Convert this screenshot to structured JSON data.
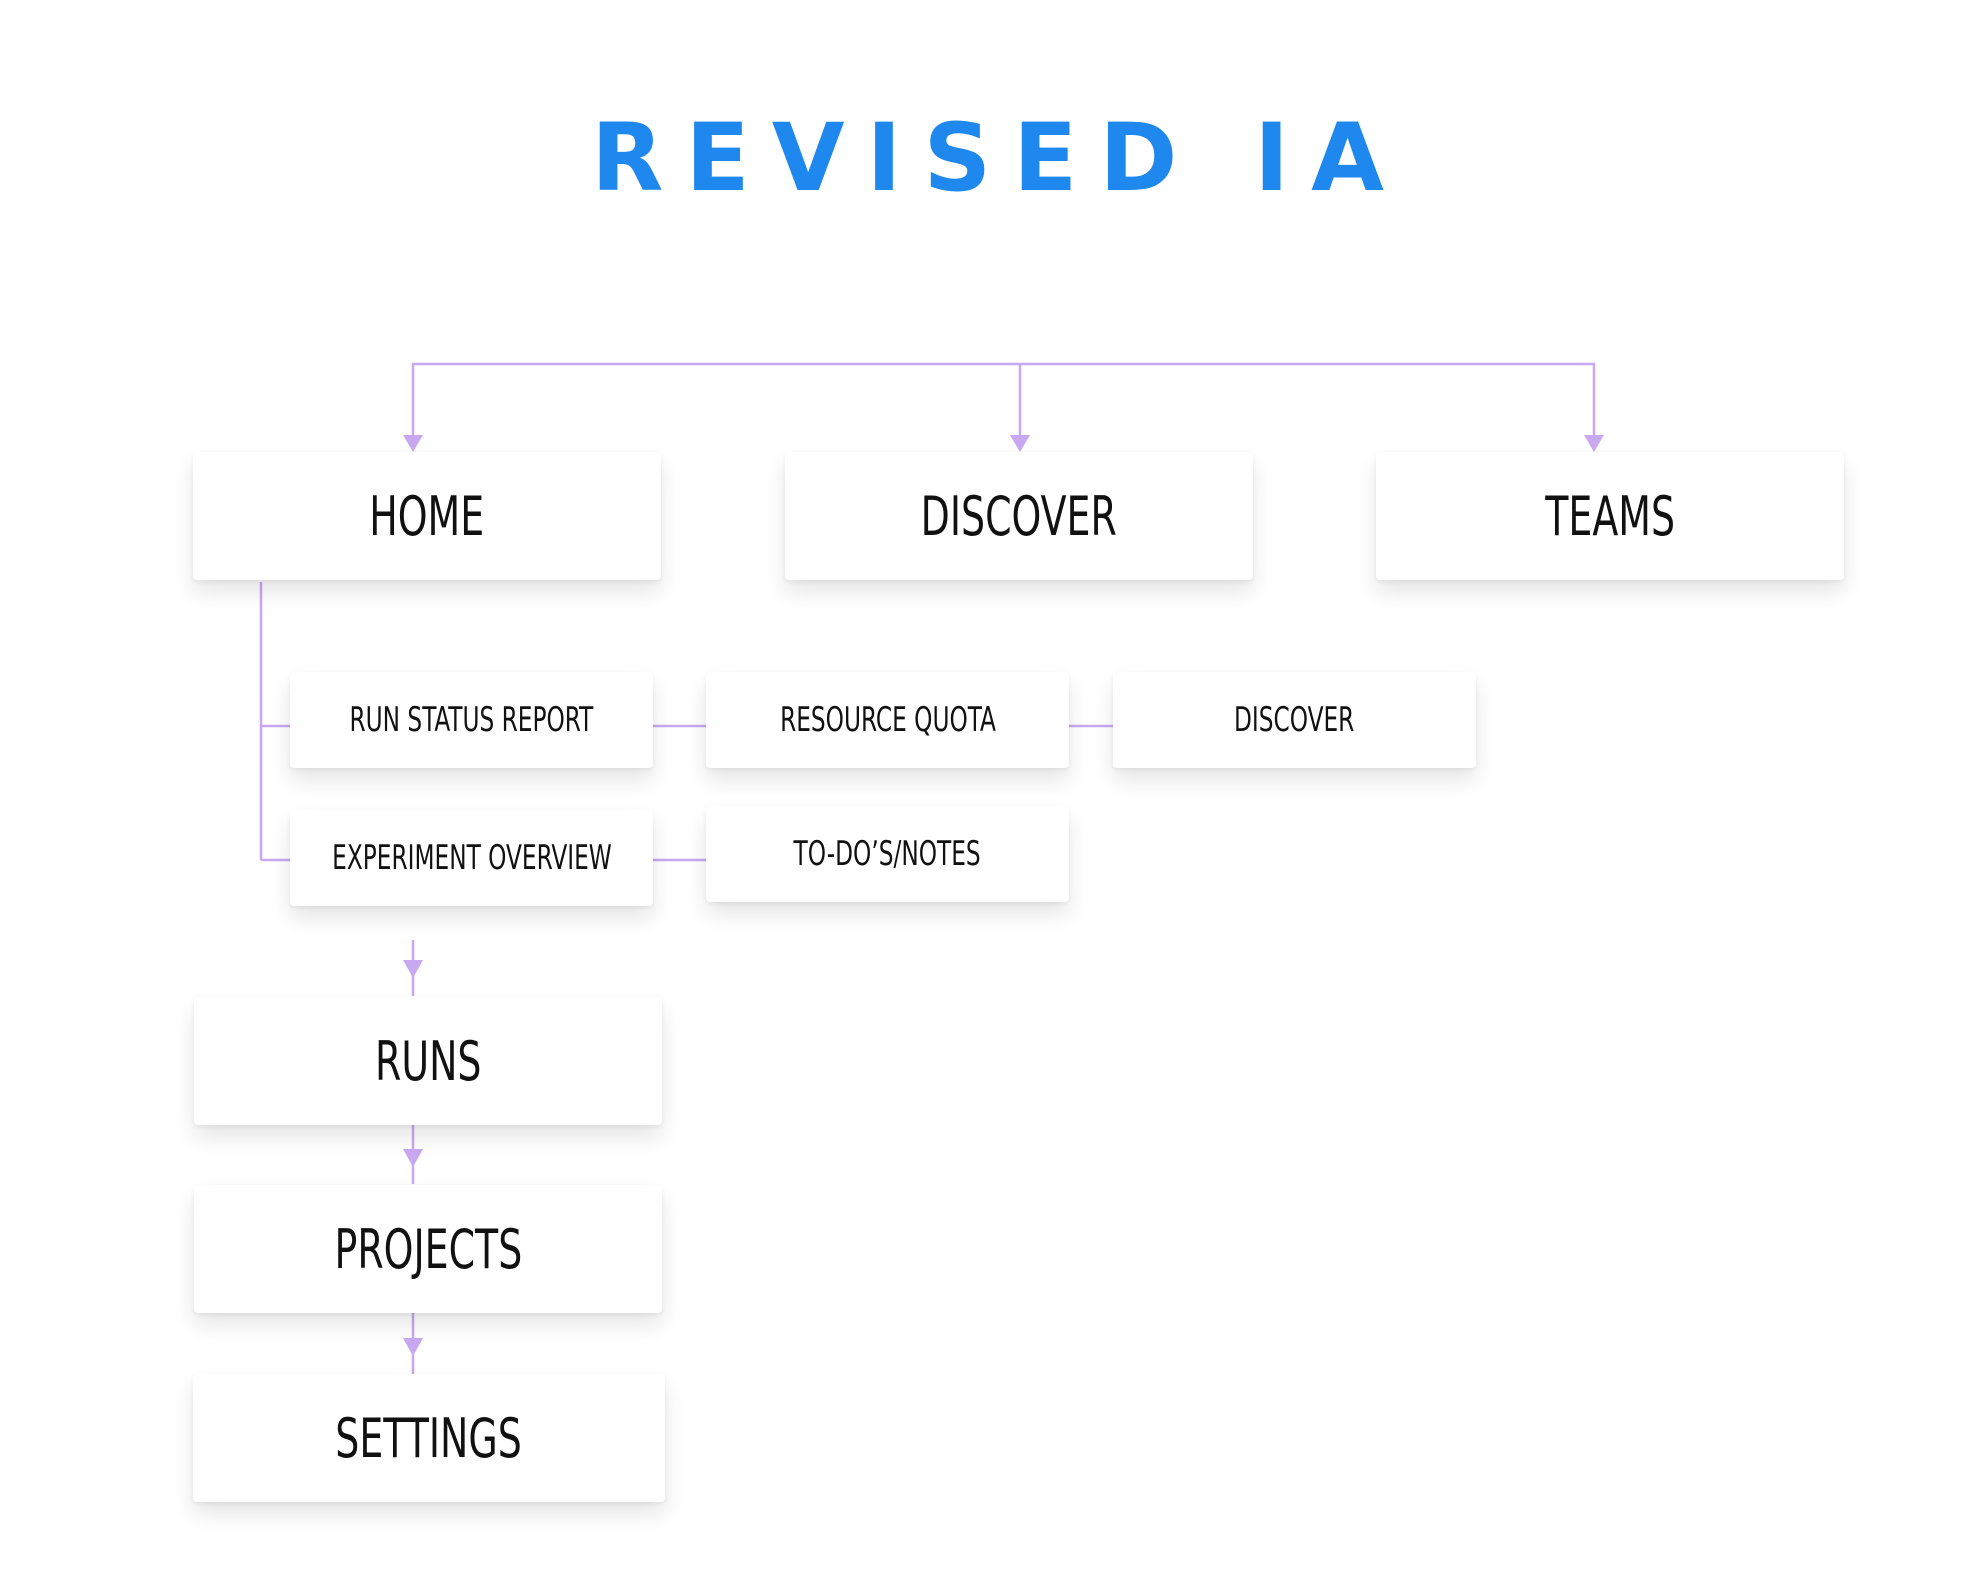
{
  "title": "REVISED IA",
  "colors": {
    "title": "#1e88ee",
    "connector": "#c9a8f2",
    "node_bg": "#ffffff",
    "node_text": "#111111"
  },
  "nodes": {
    "home": "HOME",
    "discover": "DISCOVER",
    "teams": "TEAMS",
    "run_status_report": "RUN STATUS REPORT",
    "experiment_overview": "EXPERIMENT OVERVIEW",
    "resource_quota": "RESOURCE QUOTA",
    "todos_notes": "TO-DO’S/NOTES",
    "discover_sub": "DISCOVER",
    "runs": "RUNS",
    "projects": "PROJECTS",
    "settings": "SETTINGS"
  }
}
